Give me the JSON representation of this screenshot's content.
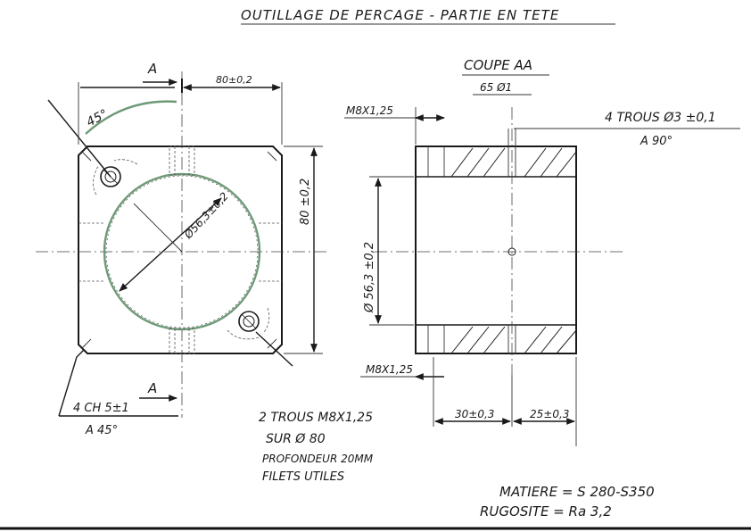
{
  "title": "OUTILLAGE DE PERCAGE - PARTIE EN TETE",
  "front_view": {
    "section_mark_top": "A",
    "section_mark_bottom": "A",
    "width_dim": "80±0,2",
    "height_dim": "80 ±0,2",
    "angle_dim": "45°",
    "bore_dim": "Ø56,3±0,2",
    "chamfer_note": [
      "4 CH 5±1",
      "A 45°"
    ],
    "holes_note": [
      "2 TROUS M8X1,25",
      "SUR Ø 80",
      "PROFONDEUR 20MM",
      "FILETS UTILES"
    ]
  },
  "section_view": {
    "title": "COUPE AA",
    "scale": "65 Ø1",
    "thread_top": "M8X1,25",
    "thread_bottom": "M8X1,25",
    "holes_note": [
      "4 TROUS Ø3 ±0,1",
      "A 90°"
    ],
    "bore_dim": "Ø 56,3 ±0,2",
    "dim_left": "30±0,3",
    "dim_right": "25±0,3"
  },
  "material_block": {
    "material": "MATIERE = S 280-S350",
    "roughness": "RUGOSITE = Ra 3,2"
  }
}
